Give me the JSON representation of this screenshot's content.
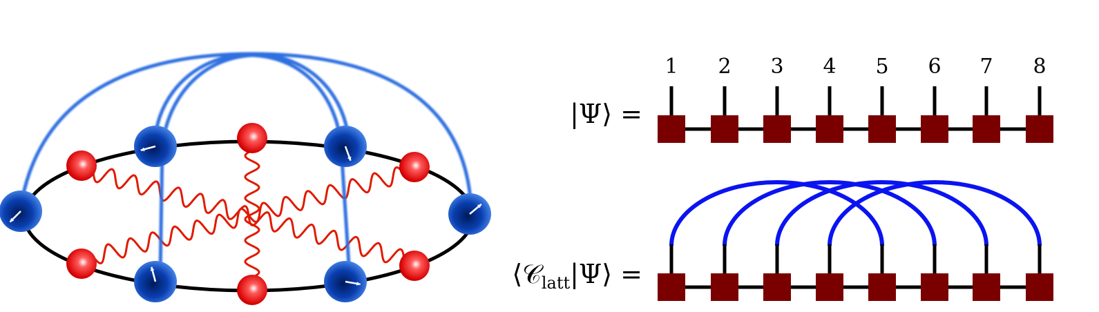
{
  "colors": {
    "tensor": "#7a0000",
    "arc_blue": "#0a14f0",
    "glow_blue": "#2f6fe0",
    "wave_red": "#e01a00",
    "ring": "#000000"
  },
  "site_labels": [
    "1",
    "2",
    "3",
    "4",
    "5",
    "6",
    "7",
    "8"
  ],
  "psi_label": {
    "left": "|Ψ⟩ ="
  },
  "overlap_label": {
    "prefix": "⟨𝒞",
    "subscript": "latt",
    "suffix": "|Ψ⟩ ="
  },
  "connections": [
    [
      1,
      5
    ],
    [
      2,
      6
    ],
    [
      3,
      7
    ],
    [
      4,
      8
    ]
  ],
  "spins": [
    {
      "type": "blue",
      "angle": 225
    },
    {
      "type": "blue",
      "angle": 195
    },
    {
      "type": "blue",
      "angle": -70
    },
    {
      "type": "blue",
      "angle": 40
    },
    {
      "type": "blue",
      "angle": 105
    },
    {
      "type": "blue",
      "angle": -10
    }
  ]
}
